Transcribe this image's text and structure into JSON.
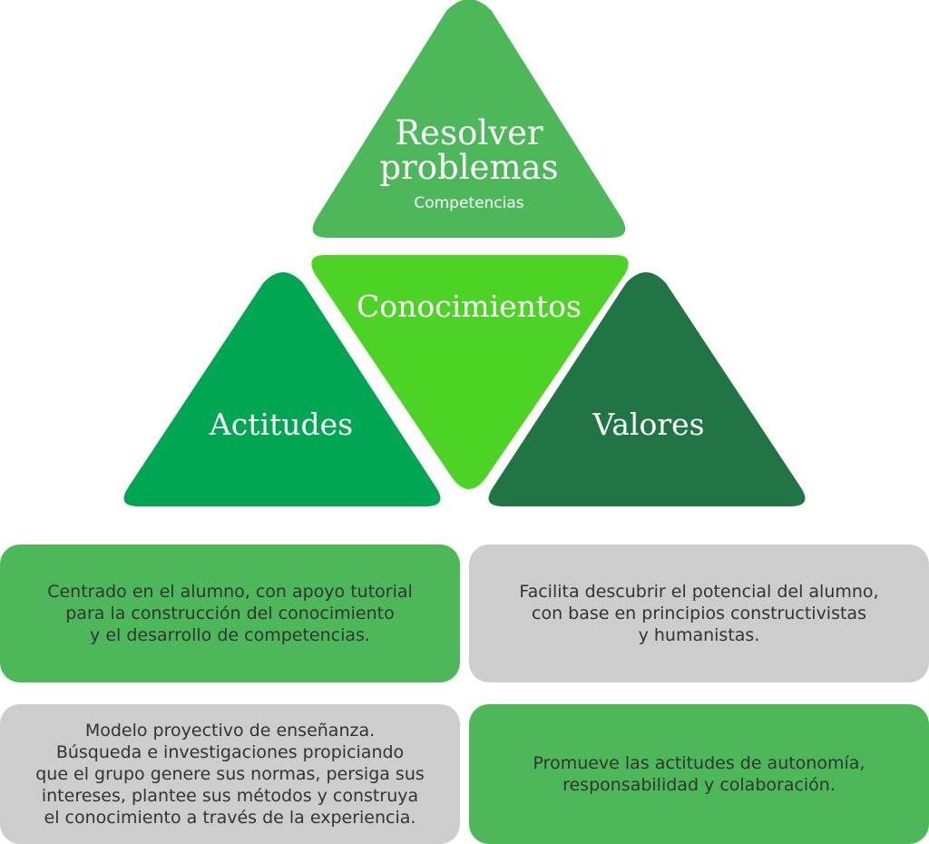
{
  "colors": {
    "top_triangle": "#4CB85A",
    "left_triangle": "#00A651",
    "center_triangle": "#4CD326",
    "right_triangle": "#217545",
    "green_box": "#4DB85A",
    "gray_box": "#CDCDCD",
    "triangle_text": "#FFFFFF",
    "box_text": "#333333"
  },
  "triangles": {
    "top": {
      "title_line1": "Resolver",
      "title_line2": "problemas",
      "subtitle": "Competencias"
    },
    "center": {
      "title": "Conocimientos"
    },
    "left": {
      "title": "Actitudes"
    },
    "right": {
      "title": "Valores"
    }
  },
  "boxes": {
    "top_left": "Centrado en el alumno, con apoyo tutorial\npara la construcción del conocimiento\ny el desarrollo de competencias.",
    "top_right": "Facilita descubrir el potencial del alumno,\ncon base en principios constructivistas\ny humanistas.",
    "bottom_left": "Modelo proyectivo de enseñanza.\nBúsqueda e investigaciones propiciando\nque el grupo genere sus normas, persiga sus\nintereses, plantee sus métodos y construya\nel conocimiento a través de la experiencia.",
    "bottom_right": "Promueve las actitudes de autonomía,\nresponsabilidad y colaboración."
  }
}
